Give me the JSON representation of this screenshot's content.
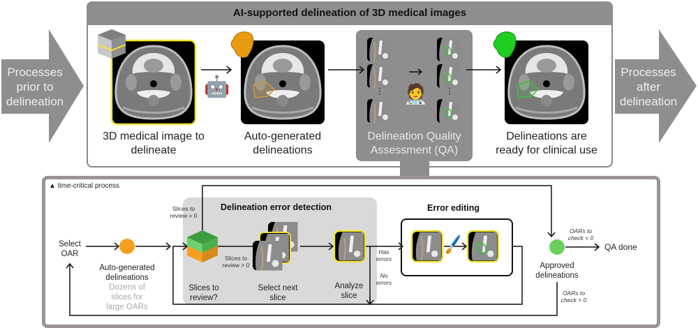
{
  "left_arrow": {
    "label": "Processes\nprior to\ndelineation",
    "lines": [
      "Processes",
      "prior to",
      "delineation"
    ]
  },
  "right_arrow": {
    "label": "Processes\nafter\ndelineation",
    "lines": [
      "Processes",
      "after",
      "delineation"
    ]
  },
  "top_panel": {
    "title": "AI-supported delineation of 3D medical images",
    "steps": [
      {
        "id": "input",
        "caption_lines": [
          "3D medical image to",
          "delineate"
        ],
        "icon": "cube-slice-icon"
      },
      {
        "id": "auto",
        "caption_lines": [
          "Auto-generated",
          "delineations"
        ],
        "icon": "orange-organ-icon",
        "agent": "robot-icon"
      },
      {
        "id": "qa",
        "caption_lines": [
          "Delineation Quality",
          "Assessment (QA)"
        ],
        "agent": "clinician-icon"
      },
      {
        "id": "ready",
        "caption_lines": [
          "Delineations are",
          "ready for clinical use"
        ],
        "icon": "green-organ-icon"
      }
    ],
    "robot_glyph": "🤖",
    "clinician_glyph": "🧑‍⚕️",
    "ellipsis": "⋮"
  },
  "bottom_panel": {
    "warning_label": "time-critical process",
    "warning_glyph": "▲",
    "select_oar": [
      "Select",
      "OAR"
    ],
    "auto_gen": [
      "Auto-generated",
      "delineations"
    ],
    "auto_gen_note": [
      "Dozens of",
      "slices for",
      "large OARs"
    ],
    "detection_title": "Delineation error detection",
    "slices_to_review_zero": [
      "Slices to",
      "review = 0"
    ],
    "slices_to_review_pos": [
      "Slices to",
      "review > 0"
    ],
    "slices_question": [
      "Slices to",
      "review?"
    ],
    "select_next": [
      "Select next",
      "slice"
    ],
    "analyze": [
      "Analyze",
      "slice"
    ],
    "has_errors": [
      "Has",
      "errors"
    ],
    "no_errors": [
      "No",
      "errors"
    ],
    "editing_title": "Error editing",
    "brush_glyph": "🖌️",
    "approved": [
      "Approved",
      "delineations"
    ],
    "oars_zero": [
      "OARs to",
      "check = 0"
    ],
    "oars_pos": [
      "OARs to",
      "check > 0"
    ],
    "qa_done": "QA done"
  },
  "colors": {
    "panel_gray": "#8e8e8e",
    "bottom_border": "#9c9494",
    "detection_bg": "#d9d9d9",
    "orange": "#f7a020",
    "green_dot": "#6ccf5c",
    "green_organ": "#1fcf1f",
    "orange_organ": "#e89a10",
    "yellow": "#f2e432"
  }
}
